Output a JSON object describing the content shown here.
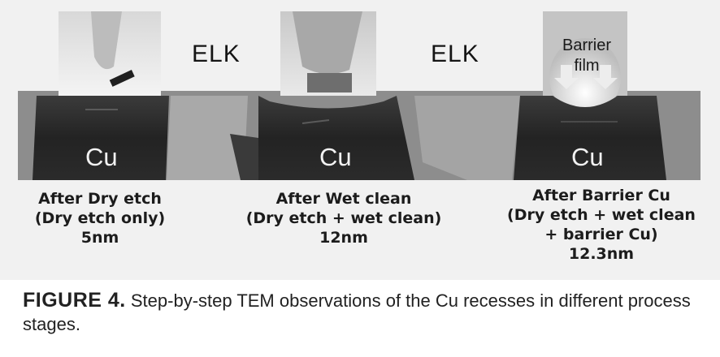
{
  "elk_labels": [
    "ELK",
    "ELK"
  ],
  "cu_label": "Cu",
  "barrier": {
    "line1": "Barrier",
    "line2": "film"
  },
  "stages": [
    {
      "title": "After Dry etch",
      "detail": "(Dry etch only)",
      "extra": "",
      "value": "5nm"
    },
    {
      "title": "After Wet clean",
      "detail": "(Dry etch + wet clean)",
      "extra": "",
      "value": "12nm"
    },
    {
      "title": "After Barrier Cu",
      "detail": "(Dry etch + wet clean",
      "extra": "+ barrier Cu)",
      "value": "12.3nm"
    }
  ],
  "caption": {
    "label": "FIGURE 4.",
    "text": "Step-by-step TEM observations of the Cu recesses in different process stages."
  }
}
